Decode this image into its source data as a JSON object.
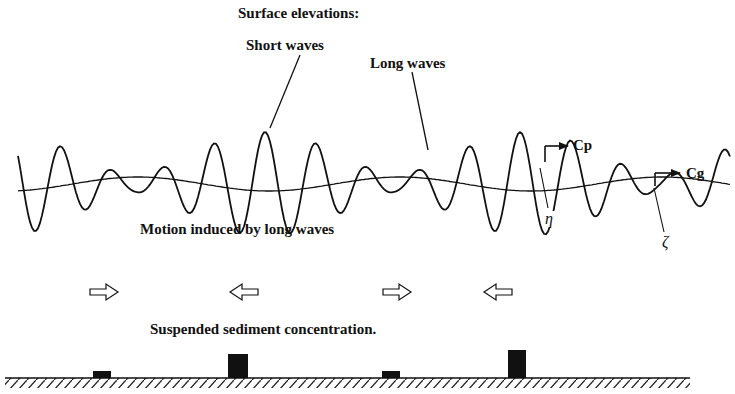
{
  "diagram": {
    "labels": [
      "Surface elevations:",
      "Short waves",
      "Long waves",
      "Cp",
      "η",
      "Cg",
      "ζ",
      "Motion induced by long waves",
      "Suspended sediment concentration."
    ]
  }
}
